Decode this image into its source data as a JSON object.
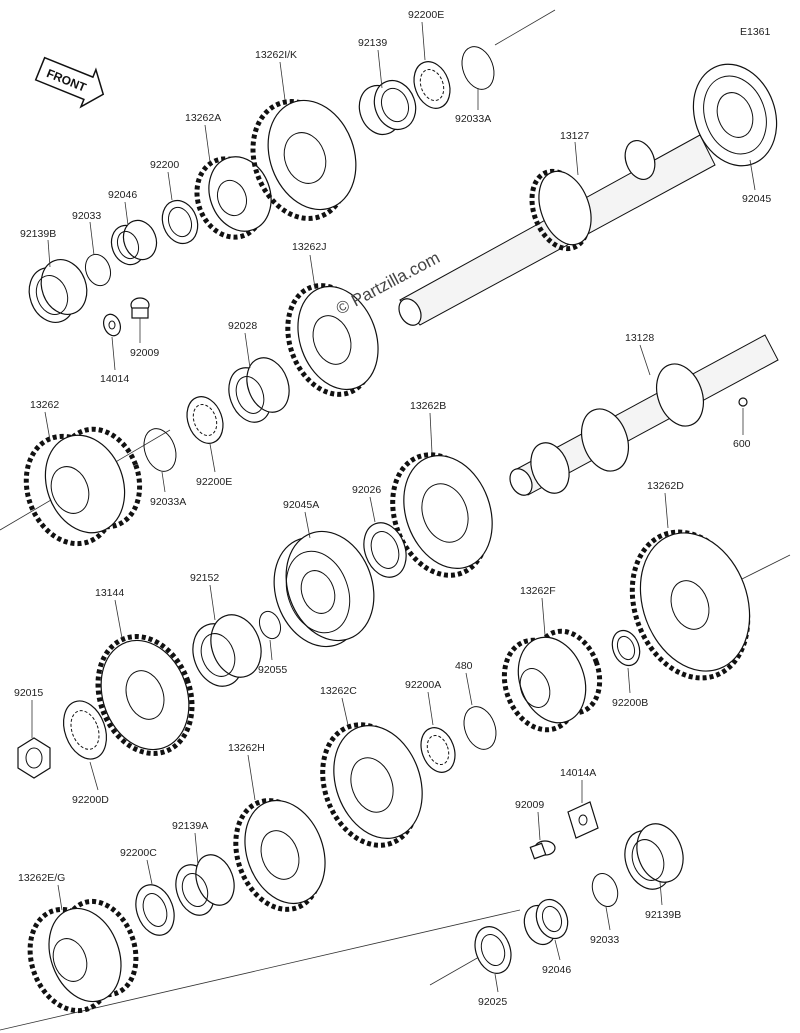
{
  "diagram_code": "E1361",
  "watermark": "© Partzilla.com",
  "front_label": "FRONT",
  "labels": {
    "p92200E_top": "92200E",
    "p92139": "92139",
    "p13262IK": "13262I/K",
    "p13262A": "13262A",
    "p92200": "92200",
    "p92046_top": "92046",
    "p92033_top": "92033",
    "p92139B_top": "92139B",
    "p92033A_top": "92033A",
    "p13127": "13127",
    "p92045": "92045",
    "p13262J": "13262J",
    "p92028": "92028",
    "p92009_top": "92009",
    "p14014": "14014",
    "p13128": "13128",
    "p600": "600",
    "p13262": "13262",
    "p92033A_mid": "92033A",
    "p92200E_mid": "92200E",
    "p13262B": "13262B",
    "p92026": "92026",
    "p92045A": "92045A",
    "p13262D": "13262D",
    "p13144": "13144",
    "p92152": "92152",
    "p92055": "92055",
    "p13262F": "13262F",
    "p480": "480",
    "p92200A": "92200A",
    "p92200B": "92200B",
    "p92015": "92015",
    "p92200D": "92200D",
    "p13262C": "13262C",
    "p13262H": "13262H",
    "p14014A": "14014A",
    "p92009_bot": "92009",
    "p92139A": "92139A",
    "p92200C": "92200C",
    "p13262EG": "13262E/G",
    "p92139B_bot": "92139B",
    "p92033_bot": "92033",
    "p92046_bot": "92046",
    "p92025": "92025"
  }
}
